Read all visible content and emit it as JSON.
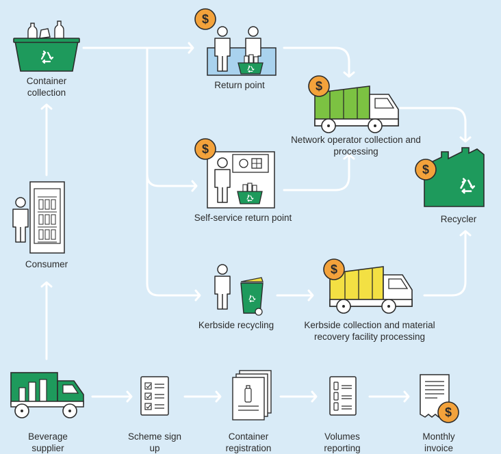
{
  "nodes": {
    "container_collection": "Container collection",
    "return_point": "Return point",
    "network_operator": "Network operator collection and processing",
    "self_service": "Self-service return point",
    "recycler": "Recycler",
    "consumer": "Consumer",
    "kerbside_recycling": "Kerbside recycling",
    "kerbside_collection": "Kerbside collection and material recovery facility processing",
    "beverage_supplier": "Beverage supplier",
    "scheme_sign_up": "Scheme sign up",
    "container_registration": "Container registration",
    "volumes_reporting": "Volumes reporting",
    "monthly_invoice": "Monthly invoice"
  },
  "payment_symbol": "$",
  "colors": {
    "background": "#d9ebf7",
    "green": "#1e9a5c",
    "lime": "#7cc242",
    "yellow": "#f3e043",
    "orange": "#f3a23b",
    "outline": "#2b2b2b",
    "arrow": "#ffffff"
  },
  "icons": [
    "recycle-icon",
    "bottle-icon",
    "person-icon",
    "dollar-coin-icon",
    "truck-icon",
    "bin-icon",
    "fridge-icon",
    "checklist-icon",
    "document-icon",
    "receipt-icon",
    "factory-icon"
  ]
}
